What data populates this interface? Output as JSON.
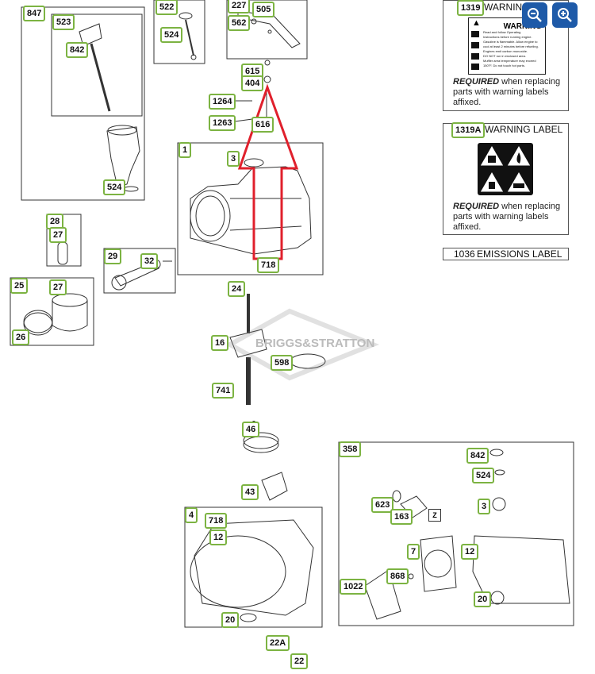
{
  "labels": {
    "p847": "847",
    "p523": "523",
    "p842a": "842",
    "p524a": "524",
    "p522": "522",
    "p524b": "524",
    "p227": "227",
    "p505": "505",
    "p562": "562",
    "p615": "615",
    "p404": "404",
    "p1264": "1264",
    "p1263": "1263",
    "p616": "616",
    "p1": "1",
    "p3a": "3",
    "p718a": "718",
    "p28": "28",
    "p27a": "27",
    "p29": "29",
    "p32": "32",
    "p25": "25",
    "p27b": "27",
    "p26": "26",
    "p24": "24",
    "p16": "16",
    "p598": "598",
    "p741": "741",
    "p46": "46",
    "p43": "43",
    "p4": "4",
    "p718b": "718",
    "p12a": "12",
    "p20a": "20",
    "p22A": "22A",
    "p22": "22",
    "p358": "358",
    "p842b": "842",
    "p524c": "524",
    "p623": "623",
    "p163": "163",
    "p3b": "3",
    "p7": "7",
    "p12b": "12",
    "p868": "868",
    "p1022": "1022",
    "p20b": "20",
    "p1319": "1319",
    "p1319A": "1319A",
    "p1036": "1036"
  },
  "warning_label_1319": {
    "title": "WARNING",
    "heading": "WARNING",
    "lines": [
      "Read and follow Operating",
      "Instructions before running engine.",
      "Gasoline is flammable. Allow engine to",
      "cool at least 2 minutes before refueling.",
      "Engines emit carbon monoxide.",
      "DO NOT run in enclosed area.",
      "Muffler area temperature may exceed",
      "150°F. Do not touch hot parts."
    ],
    "required": "REQUIRED",
    "required_rest": "when replacing parts with warning labels affixed."
  },
  "warning_label_1319A": {
    "title": "WARNING LABEL",
    "required": "REQUIRED",
    "required_rest": "when replacing parts with warning labels affixed."
  },
  "emissions_label_1036": {
    "title": "EMISSIONS LABEL"
  },
  "watermark": "BRIGGS&STRATTON",
  "zoom_controls": {
    "zoom_out": "zoom-out-icon",
    "zoom_in": "zoom-in-icon"
  },
  "colors": {
    "tag_border": "#7cb342",
    "arrow": "#e0202c",
    "zoom_button": "#1e5aa8"
  },
  "z_marker": "Z"
}
